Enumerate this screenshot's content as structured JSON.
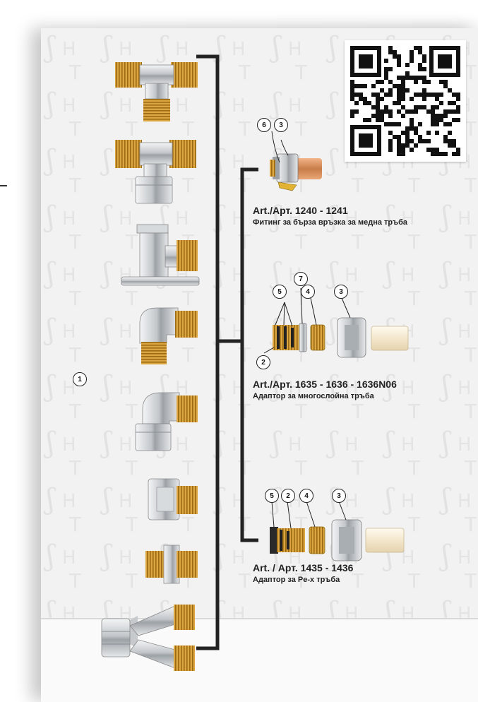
{
  "groups": [
    {
      "article": "Art./Арт.  1240 - 1241",
      "description": "Фитинг за бърза връзка за медна тръба",
      "badges": [
        "6",
        "3"
      ]
    },
    {
      "article": "Art./Арт.  1635 - 1636 - 1636N06",
      "description": "Адаптор за многослойна тръба",
      "badges": [
        "7",
        "5",
        "4",
        "3",
        "2"
      ]
    },
    {
      "article": "Art. / Арт.  1435 - 1436",
      "description": "Адаптор за Pe-x тръба",
      "badges": [
        "5",
        "2",
        "4",
        "3"
      ]
    }
  ],
  "left_badge": "1",
  "colors": {
    "brass": "#d9a53c",
    "brass_dark": "#a8741a",
    "chrome": "#c9ccd0",
    "chrome_dark": "#8e9398",
    "bracket": "#222222",
    "card": "#f2f2f2"
  }
}
